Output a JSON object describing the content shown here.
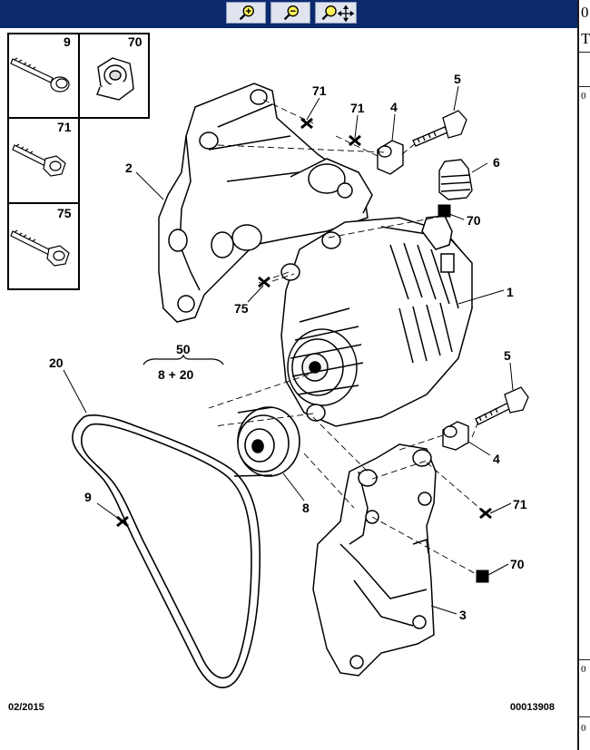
{
  "toolbar": {
    "zoom_in_icon": "zoom-in-magnifier-icon",
    "zoom_out_icon": "zoom-out-magnifier-icon",
    "zoom_pan_icon": "zoom-pan-move-icon",
    "background_color": "#0b2a6e"
  },
  "side_panel": {
    "row1": "0",
    "row2": "T",
    "row3": "0",
    "row4": "0",
    "row5": "0"
  },
  "legend": {
    "box1": "9",
    "box2": "70",
    "box3": "71",
    "box4": "75"
  },
  "callouts": {
    "c71a": "71",
    "c71b": "71",
    "c4a": "4",
    "c5a": "5",
    "c6": "6",
    "c2": "2",
    "c70a": "70",
    "c1": "1",
    "c75": "75",
    "c50": "50",
    "c8plus20": "8 + 20",
    "c20": "20",
    "c5b": "5",
    "c4b": "4",
    "c71c": "71",
    "c9": "9",
    "c8": "8",
    "c70b": "70",
    "c3": "3"
  },
  "footer": {
    "date": "02/2015",
    "code": "00013908"
  }
}
